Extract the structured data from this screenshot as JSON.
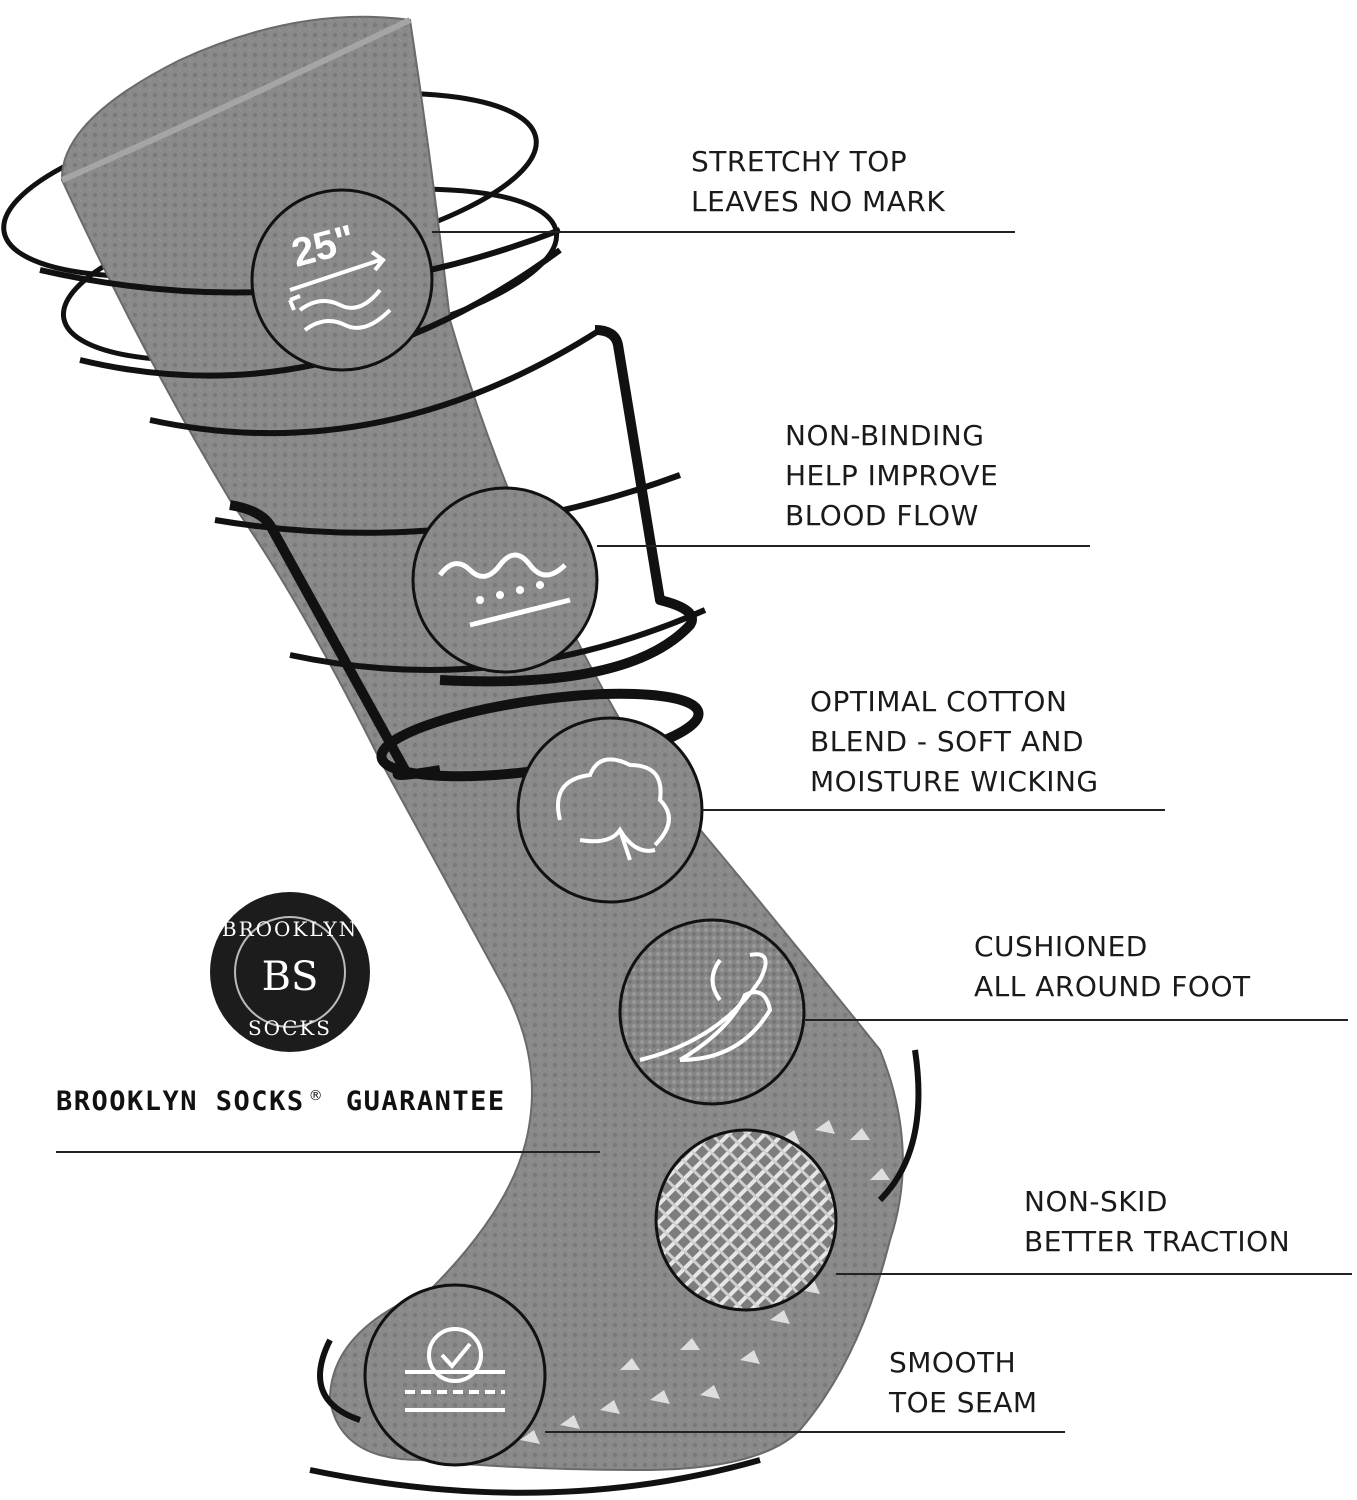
{
  "features": [
    {
      "lines": [
        "STRETCHY TOP",
        "LEAVES NO MARK"
      ],
      "icon": "stretch-icon",
      "badge_text": "25\""
    },
    {
      "lines": [
        "NON-BINDING",
        "HELP IMPROVE",
        "BLOOD FLOW"
      ],
      "icon": "non-binding-icon"
    },
    {
      "lines": [
        "OPTIMAL COTTON",
        "BLEND - SOFT AND",
        "MOISTURE WICKING"
      ],
      "icon": "cotton-icon"
    },
    {
      "lines": [
        "CUSHIONED",
        "ALL AROUND FOOT"
      ],
      "icon": "feather-icon"
    },
    {
      "lines": [
        "NON-SKID",
        "BETTER TRACTION"
      ],
      "icon": "grip-texture-icon"
    },
    {
      "lines": [
        "SMOOTH",
        "TOE SEAM"
      ],
      "icon": "check-seam-icon"
    }
  ],
  "brand": {
    "logo_text_top": "BROOKLYN",
    "logo_text_bottom": "SOCKS",
    "logo_monogram": "BS",
    "guarantee_brand": "BROOKLYN SOCKS",
    "guarantee_mark": "®",
    "guarantee_word": "GUARANTEE"
  },
  "colors": {
    "sock": "#8a8a8a",
    "sock_dark": "#6e6e6e",
    "ink": "#111111",
    "grip": "#e8e8e8"
  }
}
